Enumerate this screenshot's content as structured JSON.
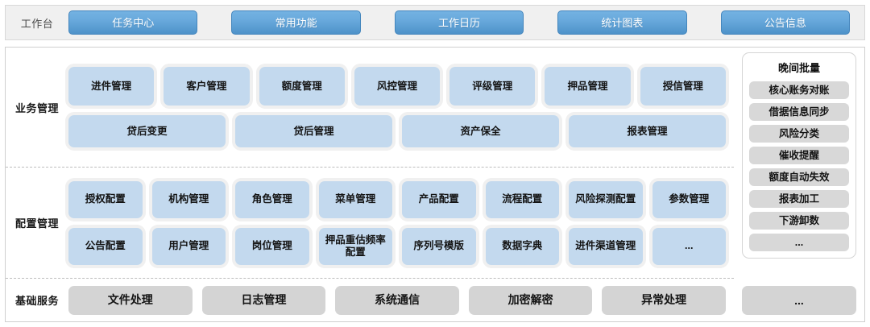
{
  "topbar": {
    "title": "工作台",
    "tabs": [
      {
        "label": "任务中心"
      },
      {
        "label": "常用功能"
      },
      {
        "label": "工作日历"
      },
      {
        "label": "统计图表"
      },
      {
        "label": "公告信息"
      }
    ]
  },
  "sections": [
    {
      "key": "business",
      "label": "业务管理",
      "rows": [
        {
          "cards": [
            {
              "label": "进件管理"
            },
            {
              "label": "客户管理"
            },
            {
              "label": "额度管理"
            },
            {
              "label": "风控管理"
            },
            {
              "label": "评级管理"
            },
            {
              "label": "押品管理"
            },
            {
              "label": "授信管理"
            }
          ]
        },
        {
          "cards": [
            {
              "label": "贷后变更"
            },
            {
              "label": "贷后管理"
            },
            {
              "label": "资产保全"
            },
            {
              "label": "报表管理"
            }
          ]
        }
      ]
    },
    {
      "key": "config",
      "label": "配置管理",
      "rows": [
        {
          "cards": [
            {
              "label": "授权配置"
            },
            {
              "label": "机构管理"
            },
            {
              "label": "角色管理"
            },
            {
              "label": "菜单管理"
            },
            {
              "label": "产品配置"
            },
            {
              "label": "流程配置"
            },
            {
              "label": "风险探测配置"
            },
            {
              "label": "参数管理"
            }
          ]
        },
        {
          "cards": [
            {
              "label": "公告配置"
            },
            {
              "label": "用户管理"
            },
            {
              "label": "岗位管理"
            },
            {
              "label": "押品重估频率配置"
            },
            {
              "label": "序列号模版"
            },
            {
              "label": "数据字典"
            },
            {
              "label": "进件渠道管理"
            },
            {
              "label": "..."
            }
          ]
        }
      ]
    },
    {
      "key": "base",
      "label": "基础服务",
      "rows": [
        {
          "cards": [
            {
              "label": "文件处理"
            },
            {
              "label": "日志管理"
            },
            {
              "label": "系统通信"
            },
            {
              "label": "加密解密"
            },
            {
              "label": "异常处理"
            }
          ]
        }
      ]
    }
  ],
  "batch_panel": {
    "title": "晚间批量",
    "items": [
      {
        "label": "核心账务对账"
      },
      {
        "label": "借据信息同步"
      },
      {
        "label": "风险分类"
      },
      {
        "label": "催收提醒"
      },
      {
        "label": "额度自动失效"
      },
      {
        "label": "报表加工"
      },
      {
        "label": "下游卸数"
      },
      {
        "label": "..."
      }
    ],
    "more_label": "..."
  },
  "colors": {
    "accent_blue": "#68a9dc",
    "card_blue": "#c3d9ee",
    "card_gray": "#d4d4d4",
    "topbar_bg": "#f0f0f0"
  }
}
